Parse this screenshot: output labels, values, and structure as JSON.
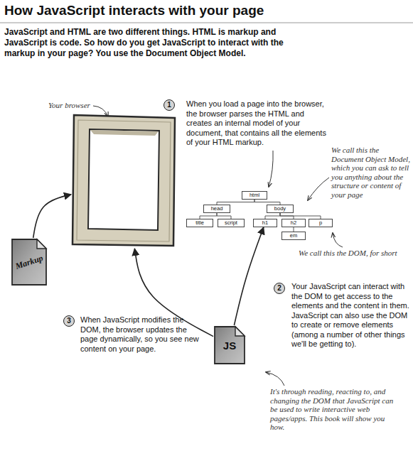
{
  "diagram": {
    "title": "How JavaScript interacts with your page",
    "nodes": [
      {
        "text": [
          "Your browser"
        ]
      },
      {
        "text": [
          "html"
        ]
      },
      {
        "text": [
          "head"
        ]
      },
      {
        "text": [
          "body"
        ]
      },
      {
        "text": [
          "title"
        ]
      },
      {
        "text": [
          "script"
        ]
      },
      {
        "text": [
          "h1"
        ]
      },
      {
        "text": [
          "h2"
        ]
      },
      {
        "text": [
          "p"
        ]
      },
      {
        "text": [
          "em"
        ]
      },
      {
        "text": [
          "Markup"
        ]
      },
      {
        "text": [
          "JS"
        ]
      }
    ],
    "edges": [
      {
        "from": 1,
        "to": 2,
        "arrow": "none"
      },
      {
        "from": 1,
        "to": 3,
        "arrow": "none"
      },
      {
        "from": 2,
        "to": 4,
        "arrow": "none"
      },
      {
        "from": 2,
        "to": 5,
        "arrow": "none"
      },
      {
        "from": 3,
        "to": 6,
        "arrow": "none"
      },
      {
        "from": 3,
        "to": 7,
        "arrow": "none"
      },
      {
        "from": 3,
        "to": 8,
        "arrow": "none"
      },
      {
        "from": 7,
        "to": 9,
        "arrow": "none"
      },
      {
        "from": 10,
        "to": 0,
        "arrow": "to"
      },
      {
        "from": 11,
        "to": 0,
        "arrow": "to"
      },
      {
        "from": 11,
        "to": 6,
        "arrow": "to"
      }
    ],
    "labels": [
      "JavaScript and HTML are two different things. HTML is markup and JavaScript is code. So how do you get JavaScript to interact with the markup in your page? You use the Document Object Model.",
      "1",
      "When you load a page into the browser, the browser parses the HTML and creates an internal model of your document, that contains all the elements of your HTML markup.",
      "We call this the Document Object Model, which you can ask to tell you anything about the structure or content of your page",
      "We call this the DOM, for short",
      "2",
      "Your JavaScript can interact with the DOM to get access to the elements and the content in them. JavaScript can also use the DOM to create or remove elements (among a number of other things we'll be getting to).",
      "3",
      "When JavaScript modifies the DOM, the browser updates the page dynamically, so you see new content on your page.",
      "It's through reading, reacting to, and changing the DOM that JavaScript can be used to write interactive web pages/apps. This book will show you how."
    ]
  }
}
